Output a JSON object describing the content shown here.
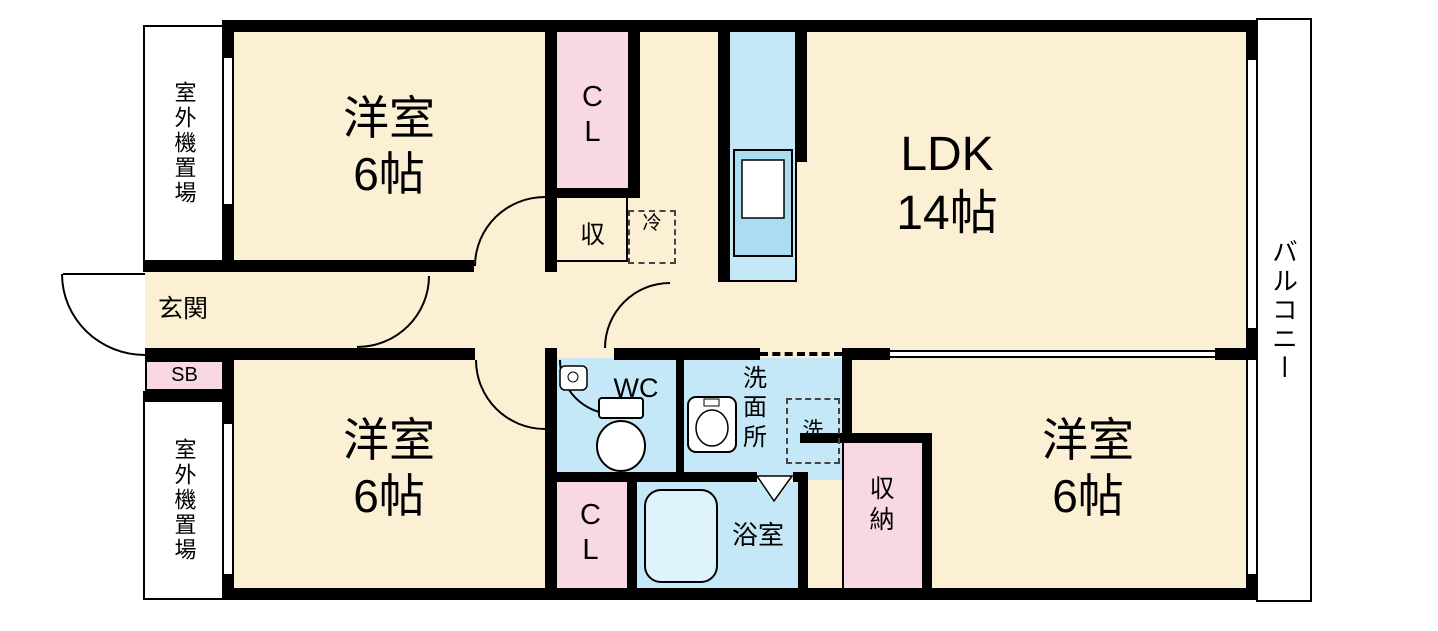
{
  "colors": {
    "room": "#fcf0d4",
    "closet": "#f8d8e4",
    "wet": "#c5e8f8",
    "wall": "#000000"
  },
  "labels": {
    "bedroom_top": "洋室\n6帖",
    "bedroom_bottom_left": "洋室\n6帖",
    "bedroom_bottom_right": "洋室\n6帖",
    "ldk": "LDK\n14帖",
    "closet_top": "C\nL",
    "closet_bottom": "C\nL",
    "storage_small": "収",
    "refrigerator": "冷",
    "entrance": "玄関",
    "shoebox": "SB",
    "toilet": "WC",
    "washroom": "洗\n面\n所",
    "washer": "洗",
    "bathroom": "浴室",
    "storage": "収\n納",
    "balcony": "バルコニー",
    "outdoor_unit_top": "室外機置場",
    "outdoor_unit_bottom": "室外機置場"
  }
}
